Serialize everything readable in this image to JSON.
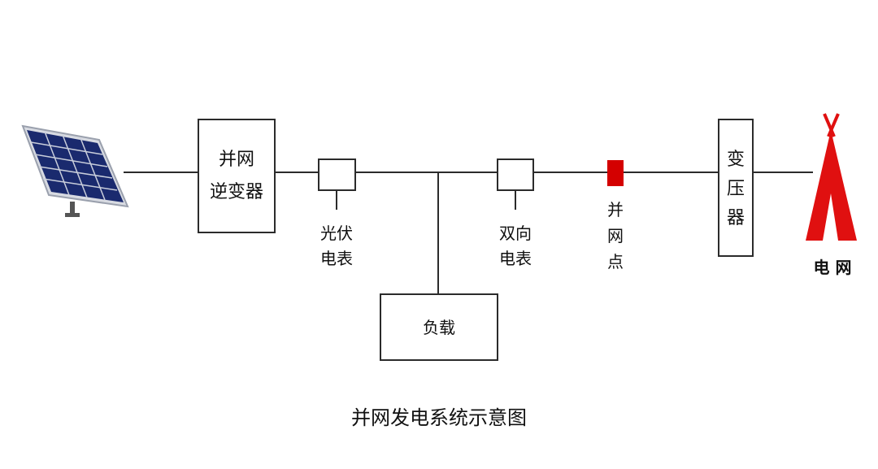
{
  "diagram": {
    "inverter": {
      "line1": "并网",
      "line2": "逆变器"
    },
    "pv_meter": {
      "line1": "光伏",
      "line2": "电表"
    },
    "load": {
      "label": "负载"
    },
    "bi_meter": {
      "line1": "双向",
      "line2": "电表"
    },
    "grid_point": {
      "char1": "并",
      "char2": "网",
      "char3": "点"
    },
    "transformer": {
      "char1": "变",
      "char2": "压",
      "char3": "器"
    },
    "grid": {
      "label": "电 网"
    },
    "caption": "并网发电系统示意图"
  },
  "colors": {
    "line": "#2b2b2b",
    "grid_point": "#d40000",
    "grid_tower": "#e01010",
    "panel_cell": "#1a2a6e",
    "panel_frame": "#d8dbe2"
  },
  "icons": [
    "solar-panel-icon",
    "grid-tower-icon"
  ]
}
